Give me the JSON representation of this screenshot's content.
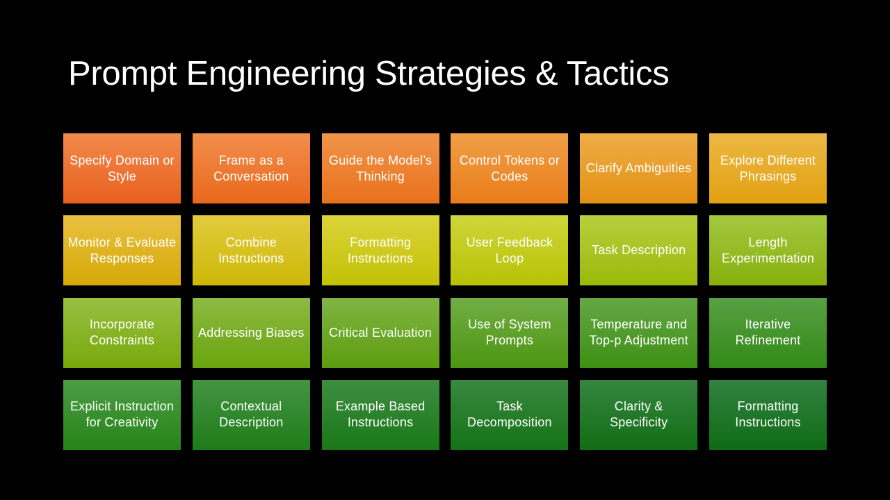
{
  "slide": {
    "title": "Prompt Engineering Strategies & Tactics"
  },
  "tiles": [
    {
      "label": "Specify Domain or Style",
      "top": "#f28a4c",
      "bottom": "#e8601e"
    },
    {
      "label": "Frame as a Conversation",
      "top": "#f28e4b",
      "bottom": "#e9681c"
    },
    {
      "label": "Guide the Model’s Thinking",
      "top": "#f1944a",
      "bottom": "#e9711b"
    },
    {
      "label": "Control Tokens or Codes",
      "top": "#f09f48",
      "bottom": "#e97d19"
    },
    {
      "label": "Clarify Ambiguities",
      "top": "#eead46",
      "bottom": "#e49114"
    },
    {
      "label": "Explore Different Phrasings",
      "top": "#ecb844",
      "bottom": "#e2a110"
    },
    {
      "label": "Monitor & Evaluate Responses",
      "top": "#e9c140",
      "bottom": "#d6a808"
    },
    {
      "label": "Combine Instructions",
      "top": "#e2cc3d",
      "bottom": "#ccb807"
    },
    {
      "label": "Formatting Instructions",
      "top": "#dbd43a",
      "bottom": "#c2c105"
    },
    {
      "label": "User Feedback Loop",
      "top": "#cfd63a",
      "bottom": "#b7c205"
    },
    {
      "label": "Task Description",
      "top": "#b8cf3d",
      "bottom": "#9bb90a"
    },
    {
      "label": "Length Experimentation",
      "top": "#a4c73f",
      "bottom": "#87b00d"
    },
    {
      "label": "Incorporate Constraints",
      "top": "#98c042",
      "bottom": "#77a90b"
    },
    {
      "label": "Addressing Biases",
      "top": "#8cba43",
      "bottom": "#6aa40d"
    },
    {
      "label": "Critical Evaluation",
      "top": "#80b444",
      "bottom": "#5c9d0f"
    },
    {
      "label": "Use of System Prompts",
      "top": "#72ad45",
      "bottom": "#4c9612"
    },
    {
      "label": "Temperature and Top-p Adjustment",
      "top": "#64a745",
      "bottom": "#3e9014"
    },
    {
      "label": "Iterative Refinement",
      "top": "#57a044",
      "bottom": "#338a16"
    },
    {
      "label": "Explicit Instruction for Creativity",
      "top": "#4c9c44",
      "bottom": "#268417"
    },
    {
      "label": "Contextual Description",
      "top": "#449443",
      "bottom": "#1e7c17"
    },
    {
      "label": "Example Based Instructions",
      "top": "#3e8e42",
      "bottom": "#197716"
    },
    {
      "label": "Task Decomposition",
      "top": "#398940",
      "bottom": "#157215"
    },
    {
      "label": "Clarity & Specificity",
      "top": "#358540",
      "bottom": "#126e14"
    },
    {
      "label": "Formatting Instructions",
      "top": "#328241",
      "bottom": "#0f6b14"
    }
  ]
}
